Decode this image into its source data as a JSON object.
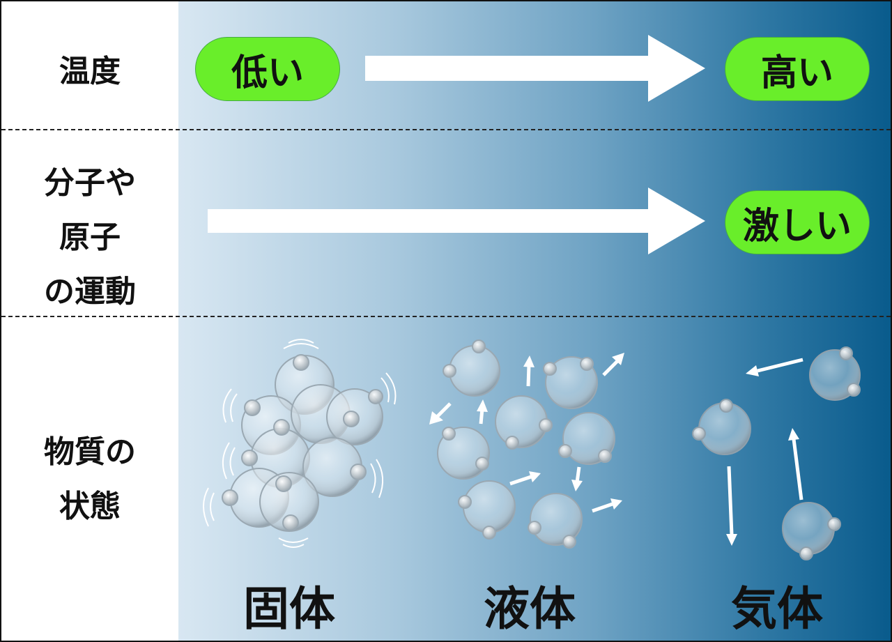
{
  "row_labels": {
    "temperature": "温度",
    "motion": [
      "分子や",
      "原子",
      "の運動"
    ],
    "state": [
      "物質の",
      "状態"
    ]
  },
  "badges": {
    "low": "低い",
    "high": "高い",
    "intense": "激しい"
  },
  "states": {
    "solid": "固体",
    "liquid": "液体",
    "gas": "気体"
  },
  "colors": {
    "badge_fill": "#69ee2a",
    "gradient_light": "#d8e7f2",
    "gradient_dark": "#095b8c",
    "arrow": "#ffffff"
  }
}
